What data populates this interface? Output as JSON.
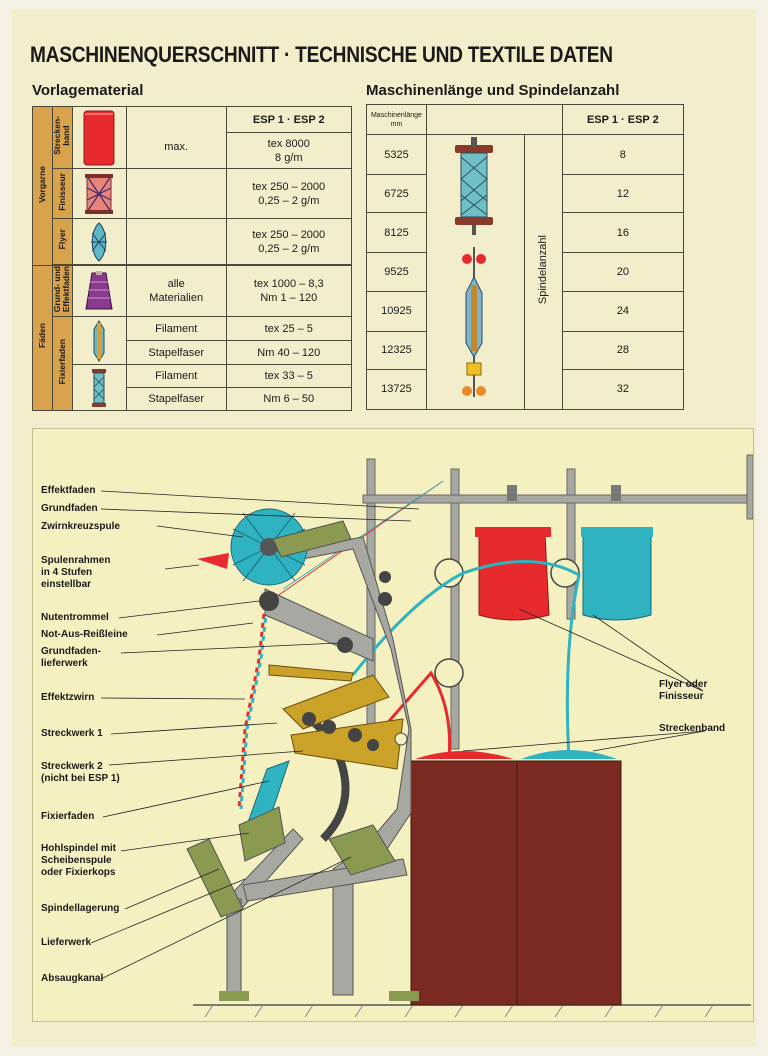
{
  "page": {
    "title": "MASCHINENQUERSCHNITT · TECHNISCHE UND TEXTILE DATEN",
    "section_left": "Vorlagematerial",
    "section_right": "Maschinenlänge und Spindelanzahl"
  },
  "material_table": {
    "header": "ESP 1 · ESP 2",
    "group_labels": {
      "vorgarne": "Vorgarne",
      "faeden": "Fäden",
      "streckenband": [
        "Strecken-",
        "band"
      ],
      "finisseur": "Finisseur",
      "flyer": "Flyer",
      "grund_effekt": [
        "Grund- und",
        "Effektfaden"
      ],
      "fixierfaden": "Fixierfaden"
    },
    "rows": [
      {
        "icon": "red-can-icon",
        "desc": "max.",
        "values": [
          "tex 8000",
          "8 g/m"
        ]
      },
      {
        "icon": "finisseur-bobbin-icon",
        "desc": "",
        "values": [
          "tex 250 – 2000",
          "0,25 – 2 g/m"
        ]
      },
      {
        "icon": "flyer-bobbin-icon",
        "desc": "",
        "values": [
          "tex 250 – 2000",
          "0,25 – 2 g/m"
        ]
      },
      {
        "icon": "cone-icon",
        "desc": [
          "alle",
          "Materialien"
        ],
        "values": [
          "tex 1000 – 8,3",
          "Nm 1 – 120"
        ]
      },
      {
        "icon": "cop-icon",
        "desc": "Filament",
        "values": [
          "tex 25 – 5"
        ]
      },
      {
        "icon": "",
        "desc": "Stapelfaser",
        "values": [
          "Nm 40 – 120"
        ]
      },
      {
        "icon": "spool-icon",
        "desc": "Filament",
        "values": [
          "tex 33 – 5"
        ]
      },
      {
        "icon": "",
        "desc": "Stapelfaser",
        "values": [
          "Nm 6 – 50"
        ]
      }
    ]
  },
  "length_table": {
    "col1_header": [
      "Maschinenlänge",
      "mm"
    ],
    "header": "ESP 1 · ESP 2",
    "axis_label": "Spindelanzahl",
    "lengths": [
      "5325",
      "6725",
      "8125",
      "9525",
      "10925",
      "12325",
      "13725"
    ],
    "spindles": [
      "8",
      "12",
      "16",
      "20",
      "24",
      "28",
      "32"
    ]
  },
  "diagram": {
    "labels_left": [
      "Effektfaden",
      "Grundfaden",
      "Zwirnkreuzspule",
      [
        "Spulenrahmen",
        "in 4 Stufen",
        "einstellbar"
      ],
      "Nutentrommel",
      "Not-Aus-Reißleine",
      [
        "Grundfaden-",
        "lieferwerk"
      ],
      "Effektzwirn",
      "Streckwerk 1",
      [
        "Streckwerk 2",
        "(nicht bei ESP 1)"
      ],
      "Fixierfaden",
      [
        "Hohlspindel mit",
        "Scheibenspule",
        "oder Fixierkops"
      ],
      "Spindellagerung",
      "Lieferwerk",
      "Absaugkanal"
    ],
    "labels_right": [
      [
        "Flyer oder",
        "Finisseur"
      ],
      "Streckenband"
    ],
    "colors": {
      "red": "#e62a2e",
      "cyan": "#2fb3c1",
      "frame": "#9a9a94",
      "yellow_parts": "#c9a227",
      "green_parts": "#8a9a50",
      "can": "#7a2a20"
    }
  }
}
